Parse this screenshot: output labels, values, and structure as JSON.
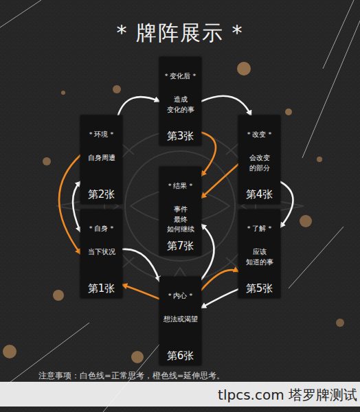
{
  "diagram": {
    "title": "* 牌阵展示 *",
    "nodes": [
      {
        "text": [
          "* 自身 *",
          "当下状况",
          "第1张"
        ]
      },
      {
        "text": [
          "* 环境 *",
          "自身周遭",
          "第2张"
        ]
      },
      {
        "text": [
          "* 变化后 *",
          "造成 变化的事",
          "第3张"
        ]
      },
      {
        "text": [
          "* 改变 *",
          "会改变 的部分",
          "第4张"
        ]
      },
      {
        "text": [
          "* 了解 *",
          "应该 知道的事",
          "第5张"
        ]
      },
      {
        "text": [
          "* 内心 *",
          "想法或渴望",
          "第6张"
        ]
      },
      {
        "text": [
          "* 结果 *",
          "事件 最终 如何继续",
          "第7张"
        ]
      }
    ],
    "edges": [
      {
        "from": 1,
        "to": 2,
        "arrow": "to"
      },
      {
        "from": 2,
        "to": 3,
        "arrow": "to"
      },
      {
        "from": 3,
        "to": 4,
        "arrow": "to"
      },
      {
        "from": 4,
        "to": 5,
        "arrow": "to"
      },
      {
        "from": 5,
        "to": 4,
        "arrow": "to"
      },
      {
        "from": 0,
        "to": 5,
        "arrow": "to"
      },
      {
        "from": 5,
        "to": 0,
        "arrow": "to"
      },
      {
        "from": 0,
        "to": 1,
        "arrow": "both"
      },
      {
        "from": 1,
        "to": 0,
        "arrow": "to"
      },
      {
        "from": 2,
        "to": 6,
        "arrow": "to"
      },
      {
        "from": 3,
        "to": 6,
        "arrow": "to"
      },
      {
        "from": 5,
        "to": 6,
        "arrow": "to"
      }
    ],
    "labels": [
      "注意事项：白色线=正常思考，橙色线=延伸思考。",
      "tlpcs.com 塔罗牌测试"
    ]
  }
}
